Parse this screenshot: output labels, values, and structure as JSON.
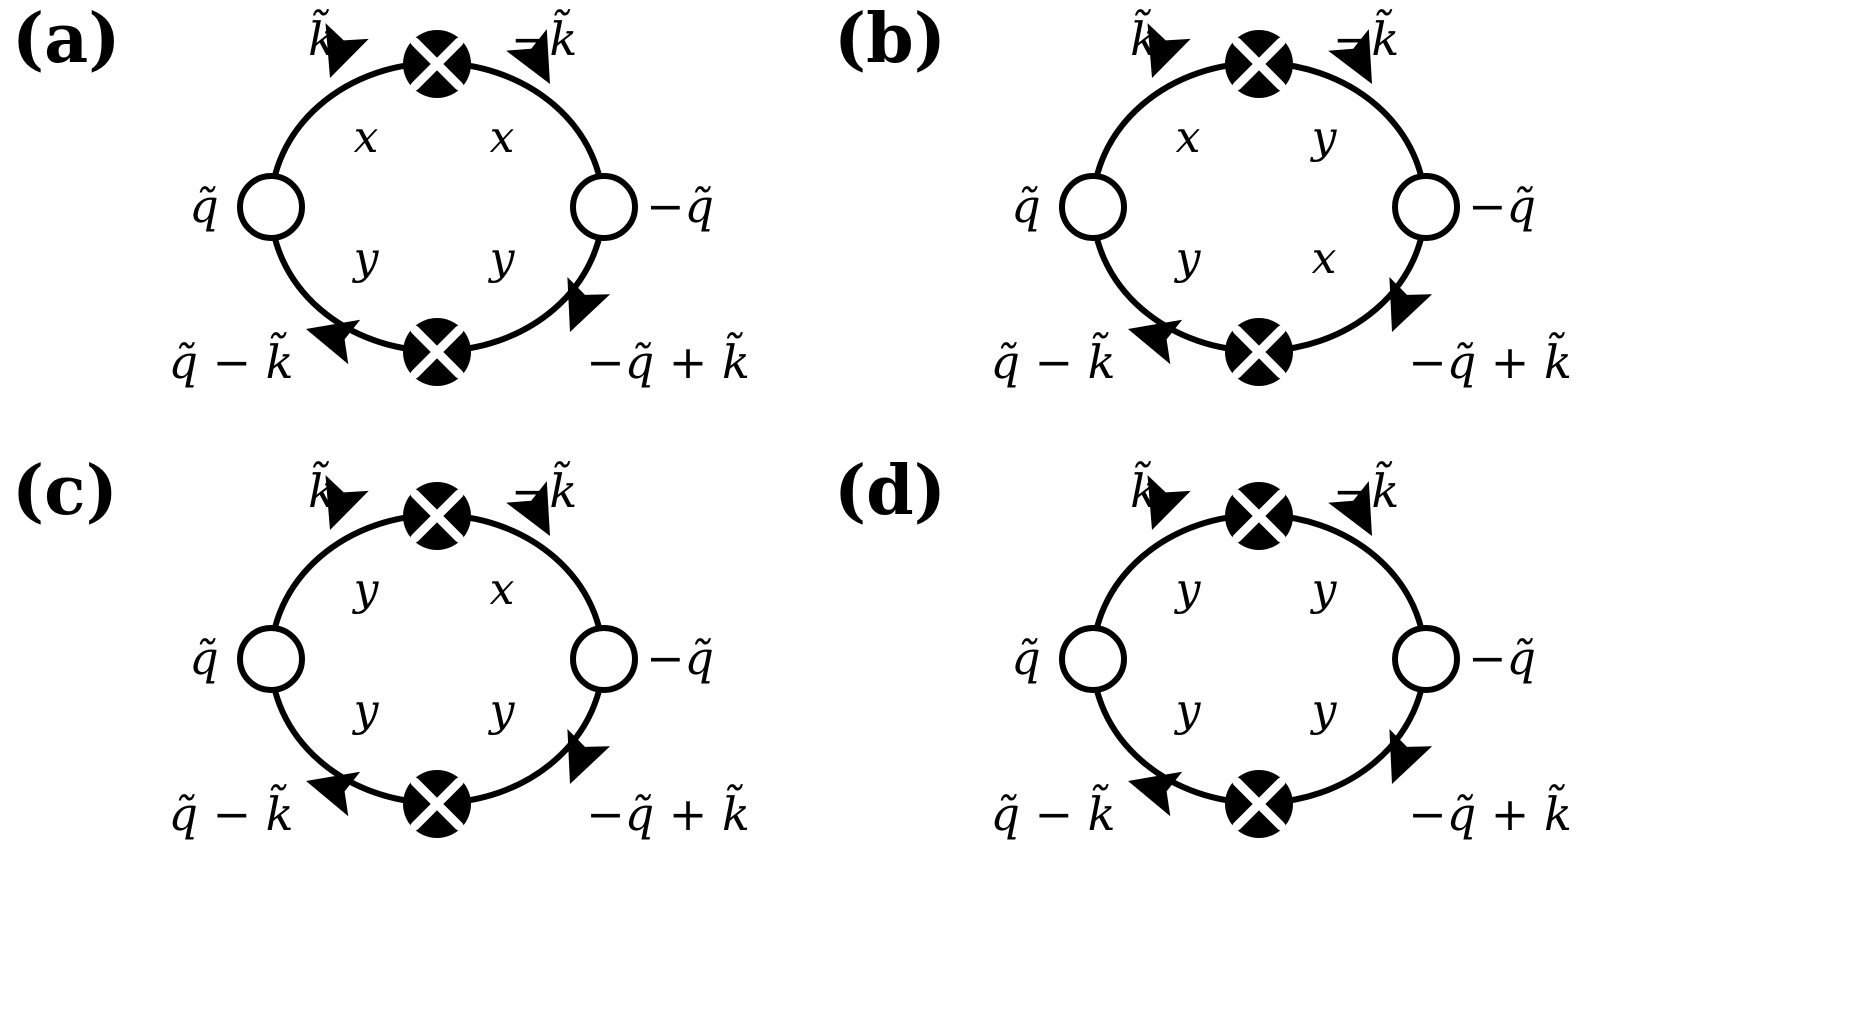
{
  "panels": [
    {
      "id": "a",
      "label": "(a)",
      "vars": {
        "top_left": "x",
        "top_right": "x",
        "bottom_left": "y",
        "bottom_right": "y"
      }
    },
    {
      "id": "b",
      "label": "(b)",
      "vars": {
        "top_left": "x",
        "top_right": "y",
        "bottom_left": "y",
        "bottom_right": "x"
      }
    },
    {
      "id": "c",
      "label": "(c)",
      "vars": {
        "top_left": "y",
        "top_right": "x",
        "bottom_left": "y",
        "bottom_right": "y"
      }
    },
    {
      "id": "d",
      "label": "(d)",
      "vars": {
        "top_left": "y",
        "top_right": "y",
        "bottom_left": "y",
        "bottom_right": "y"
      }
    }
  ],
  "momenta": {
    "top_left": "k̃",
    "top_right": "−k̃",
    "left": "q̃",
    "right": "−q̃",
    "bottom_left": "q̃ − k̃",
    "bottom_right": "−q̃ + k̃"
  }
}
